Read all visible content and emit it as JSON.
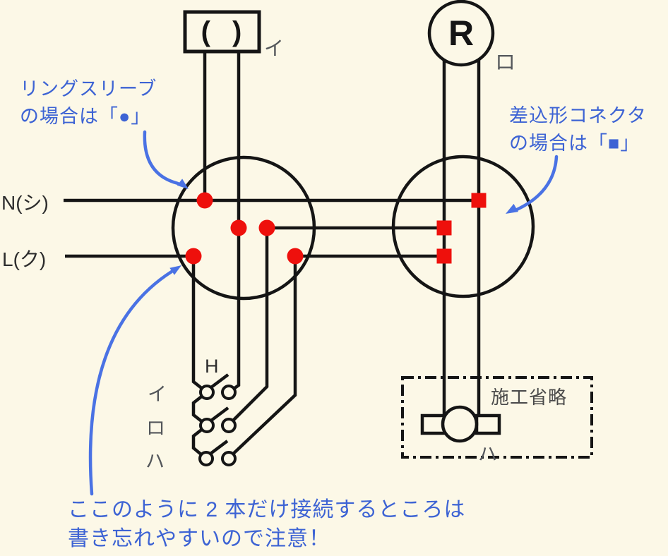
{
  "colors": {
    "background": "#FCF8E7",
    "line": "#151515",
    "red_marker": "#EE100C",
    "blue_text": "#3D63D4",
    "blue_arrow": "#4A72E4",
    "gray_label": "#54575B",
    "dark_label": "#2D2D2D"
  },
  "symbols": {
    "ceiling_rosette": {
      "text": "( )",
      "circuit": "イ"
    },
    "lamp_r": {
      "text": "R",
      "circuit": "ロ"
    },
    "power": {
      "neutral": "N(シ)",
      "live": "L(ク)"
    },
    "switches": {
      "h_mark": "H",
      "items": [
        "イ",
        "ロ",
        "ハ"
      ]
    },
    "omitted": {
      "box_label": "施工省略",
      "circuit": "ハ"
    }
  },
  "annotations": {
    "ring_sleeve": {
      "line1": "リングスリーブ",
      "line2": "の場合は「●」"
    },
    "connector": {
      "line1": "差込形コネクタ",
      "line2": "の場合は「■」"
    },
    "caution": {
      "line1": "ここのように 2 本だけ接続するところは",
      "line2": "書き忘れやすいので注意！"
    }
  }
}
